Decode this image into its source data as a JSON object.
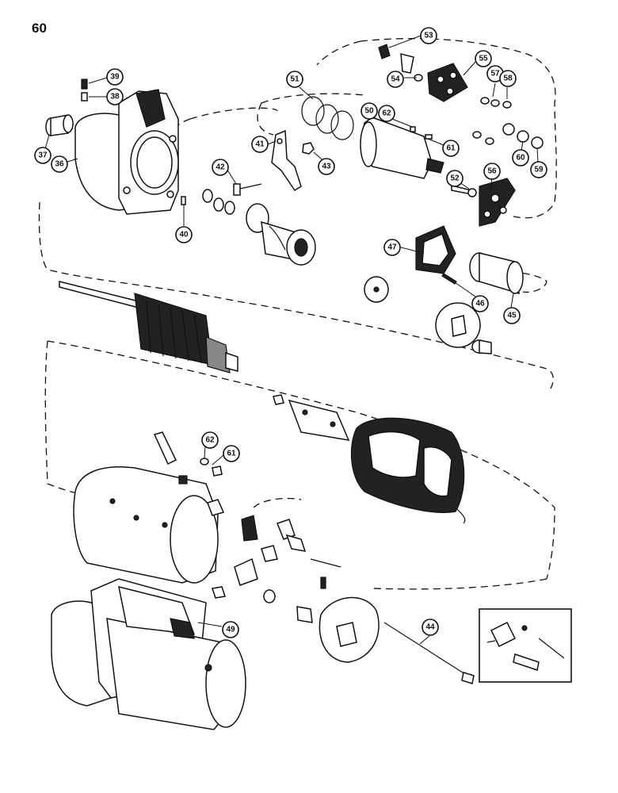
{
  "page": {
    "number": "60"
  },
  "callouts": [
    {
      "id": "53",
      "label": "53"
    },
    {
      "id": "55",
      "label": "55"
    },
    {
      "id": "54",
      "label": "54"
    },
    {
      "id": "57",
      "label": "57"
    },
    {
      "id": "58",
      "label": "58"
    },
    {
      "id": "51",
      "label": "51"
    },
    {
      "id": "50",
      "label": "50"
    },
    {
      "id": "62a",
      "label": "62"
    },
    {
      "id": "61a",
      "label": "61"
    },
    {
      "id": "39",
      "label": "39"
    },
    {
      "id": "38",
      "label": "38"
    },
    {
      "id": "37",
      "label": "37"
    },
    {
      "id": "36",
      "label": "36"
    },
    {
      "id": "41",
      "label": "41"
    },
    {
      "id": "43",
      "label": "43"
    },
    {
      "id": "42",
      "label": "42"
    },
    {
      "id": "40",
      "label": "40"
    },
    {
      "id": "52",
      "label": "52"
    },
    {
      "id": "56",
      "label": "56"
    },
    {
      "id": "60",
      "label": "60"
    },
    {
      "id": "59",
      "label": "59"
    },
    {
      "id": "47",
      "label": "47"
    },
    {
      "id": "46",
      "label": "46"
    },
    {
      "id": "45",
      "label": "45"
    },
    {
      "id": "62b",
      "label": "62"
    },
    {
      "id": "61b",
      "label": "61"
    },
    {
      "id": "49",
      "label": "49"
    },
    {
      "id": "44",
      "label": "44"
    }
  ]
}
